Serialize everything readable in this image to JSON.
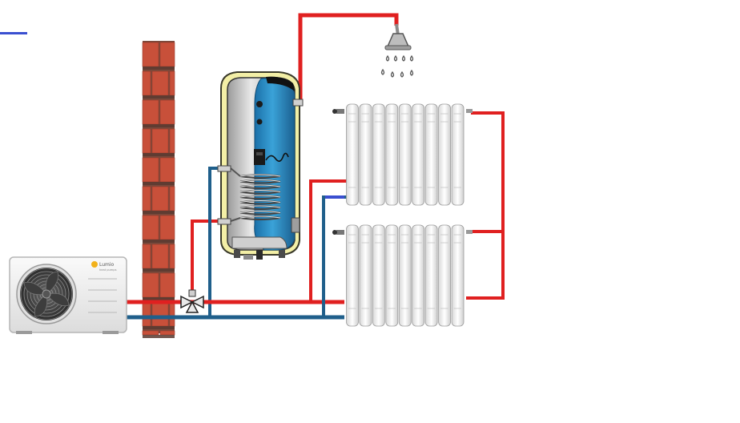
{
  "diagram": {
    "outdoor_unit": {
      "brand": "Lumio",
      "brand_sub": "heat pumps"
    },
    "colors": {
      "hot_pipe": "#e02020",
      "cold_pipe": "#1f5f8b",
      "blue_stub": "#3a4fd0",
      "tank_body": "#2a8cc4",
      "tank_shell": "#c8c8c8",
      "insulation": "#f3efa6",
      "brick": "#c8503a",
      "mortar": "#8a5a4a",
      "radiator": "#f2f2f2",
      "unit_body": "#f4f4f4"
    },
    "icons": [
      "brick-wall",
      "shower-head-icon",
      "three-way-valve-icon",
      "fan-icon",
      "radiator",
      "water-tank"
    ]
  }
}
